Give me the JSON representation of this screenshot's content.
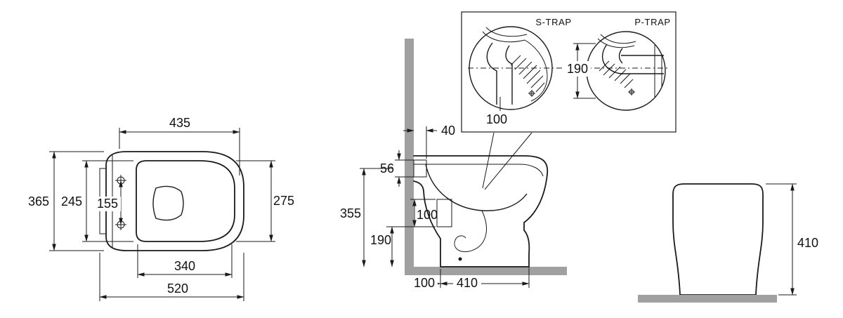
{
  "page": {
    "background_color": "#ffffff",
    "line_color": "#1a1a1a",
    "surface_color": "#a0a0a0"
  },
  "views": {
    "top": {
      "dims": {
        "seat_length": "435",
        "overall_depth": "365",
        "seat_depth": "245",
        "hinge_spacing": "155",
        "bowl_depth": "275",
        "seat_inner_length": "340",
        "overall_length": "520"
      }
    },
    "side": {
      "dims": {
        "inlet_offset": "40",
        "inlet_size": "56",
        "inlet_height": "355",
        "outlet_size": "100",
        "outlet_height": "190",
        "outlet_offset": "100",
        "depth": "410"
      }
    },
    "detail": {
      "s_trap_label": "S-TRAP",
      "p_trap_label": "P-TRAP",
      "dims": {
        "s_outlet_offset": "100",
        "p_outlet_height": "190"
      }
    },
    "rear": {
      "dims": {
        "height": "410"
      }
    }
  }
}
